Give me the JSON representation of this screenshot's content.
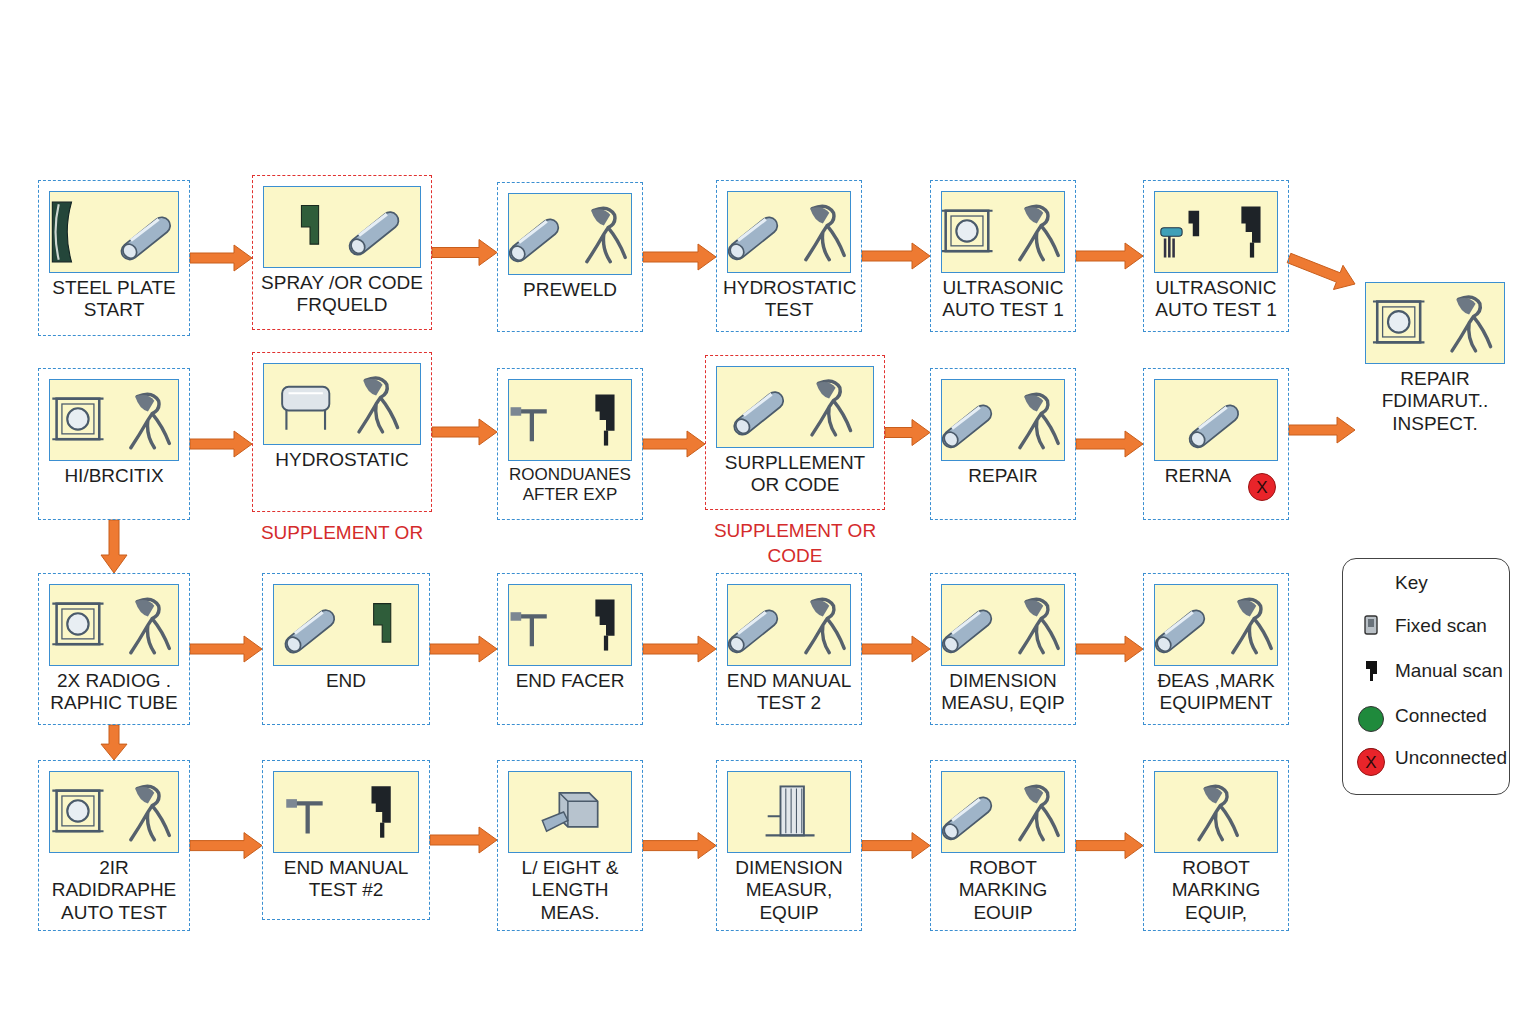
{
  "diagram": {
    "nodes": [
      {
        "text": [
          "STEEL PLATE START"
        ]
      },
      {
        "text": [
          "SPRAY /OR CODE FRQUELD"
        ]
      },
      {
        "text": [
          "PREWELD"
        ]
      },
      {
        "text": [
          "HYDROSTATIC TEST"
        ]
      },
      {
        "text": [
          "ULTRASONIC AUTO TEST 1"
        ]
      },
      {
        "text": [
          "ULTRASONIC AUTO TEST 1"
        ]
      },
      {
        "text": [
          "REPAIR FDIMARUT.. INSPECT."
        ]
      },
      {
        "text": [
          "HI/BRCITIX"
        ]
      },
      {
        "text": [
          "HYDROSTATIC",
          "SUPPLEMENT OR"
        ]
      },
      {
        "text": [
          "ROONDUANES AFTER EXP"
        ]
      },
      {
        "text": [
          "SURPLLEMENT OR CODE",
          "SUPPLEMENT OR CODE"
        ]
      },
      {
        "text": [
          "REPAIR"
        ]
      },
      {
        "text": [
          "RERNA"
        ]
      },
      {
        "text": [
          "2X RADIOG . RAPHIC TUBE"
        ]
      },
      {
        "text": [
          "END"
        ]
      },
      {
        "text": [
          "END FACER"
        ]
      },
      {
        "text": [
          "END MANUAL TEST 2"
        ]
      },
      {
        "text": [
          "DIMENSION MEASU, EQIP"
        ]
      },
      {
        "text": [
          "ĐEAS ,MARK EQUIPMENT"
        ]
      },
      {
        "text": [
          "2IR RADIDRAPHE AUTO TEST"
        ]
      },
      {
        "text": [
          "END MANUAL TEST #2"
        ]
      },
      {
        "text": [
          "L/ EIGHT & LENGTH MEAS."
        ]
      },
      {
        "text": [
          "DIMENSION MEASUR, EQUIP"
        ]
      },
      {
        "text": [
          "ROBOT MARKING EOUIP"
        ]
      },
      {
        "text": [
          "ROBOT MARKING EQUIP,"
        ]
      }
    ],
    "edges": [
      {
        "from": 0,
        "to": 1,
        "arrow": "to"
      },
      {
        "from": 1,
        "to": 2,
        "arrow": "to"
      },
      {
        "from": 2,
        "to": 3,
        "arrow": "to"
      },
      {
        "from": 3,
        "to": 4,
        "arrow": "to"
      },
      {
        "from": 4,
        "to": 5,
        "arrow": "to"
      },
      {
        "from": 5,
        "to": 6,
        "arrow": "to"
      },
      {
        "from": 7,
        "to": 8,
        "arrow": "to"
      },
      {
        "from": 8,
        "to": 9,
        "arrow": "to"
      },
      {
        "from": 9,
        "to": 10,
        "arrow": "to"
      },
      {
        "from": 10,
        "to": 11,
        "arrow": "to"
      },
      {
        "from": 11,
        "to": 12,
        "arrow": "to"
      },
      {
        "from": 12,
        "to": 6,
        "arrow": "to"
      },
      {
        "from": 7,
        "to": 13,
        "arrow": "to"
      },
      {
        "from": 13,
        "to": 14,
        "arrow": "to"
      },
      {
        "from": 14,
        "to": 15,
        "arrow": "to"
      },
      {
        "from": 15,
        "to": 16,
        "arrow": "to"
      },
      {
        "from": 16,
        "to": 17,
        "arrow": "to"
      },
      {
        "from": 17,
        "to": 18,
        "arrow": "to"
      },
      {
        "from": 13,
        "to": 19,
        "arrow": "to"
      },
      {
        "from": 19,
        "to": 20,
        "arrow": "to"
      },
      {
        "from": 20,
        "to": 21,
        "arrow": "to"
      },
      {
        "from": 21,
        "to": 22,
        "arrow": "to"
      },
      {
        "from": 22,
        "to": 23,
        "arrow": "to"
      },
      {
        "from": 23,
        "to": 24,
        "arrow": "to"
      }
    ],
    "labels": [
      "Key",
      "X",
      "X"
    ],
    "legend": [
      {
        "text": "Fixed scan"
      },
      {
        "text": "Manual scan"
      },
      {
        "text": "Connected",
        "color": "#1f8a3c"
      },
      {
        "text": "Unconnected",
        "color": "#e8242a"
      }
    ]
  }
}
